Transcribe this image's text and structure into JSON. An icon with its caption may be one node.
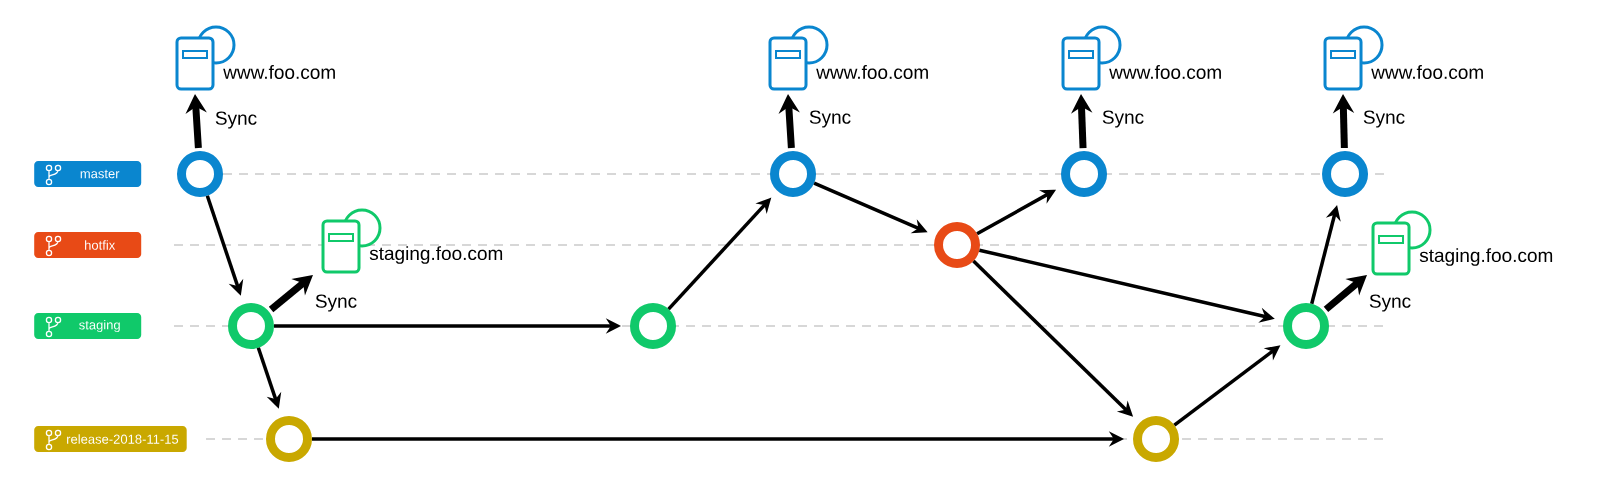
{
  "diagram": {
    "nodes": [
      {
        "text": [
          "master"
        ]
      },
      {
        "text": [
          "hotfix"
        ]
      },
      {
        "text": [
          "staging"
        ]
      },
      {
        "text": [
          "release-2018-11-15"
        ]
      },
      {
        "text": [],
        "shape": "circle"
      },
      {
        "text": [],
        "shape": "circle"
      },
      {
        "text": [],
        "shape": "circle"
      },
      {
        "text": [],
        "shape": "circle"
      },
      {
        "text": [],
        "shape": "circle"
      },
      {
        "text": [],
        "shape": "circle"
      },
      {
        "text": [],
        "shape": "circle"
      },
      {
        "text": [],
        "shape": "circle"
      },
      {
        "text": [],
        "shape": "circle"
      },
      {
        "text": [],
        "shape": "circle"
      },
      {
        "text": [
          "www.foo.com"
        ]
      },
      {
        "text": [
          "staging.foo.com"
        ]
      },
      {
        "text": [
          "www.foo.com"
        ]
      },
      {
        "text": [
          "www.foo.com"
        ]
      },
      {
        "text": [
          "www.foo.com"
        ]
      },
      {
        "text": [
          "staging.foo.com"
        ]
      }
    ],
    "edges": [
      {
        "from": 4,
        "to": 5,
        "arrow": "to"
      },
      {
        "from": 5,
        "to": 6,
        "arrow": "to"
      },
      {
        "from": 5,
        "to": 7,
        "arrow": "to"
      },
      {
        "from": 7,
        "to": 8,
        "arrow": "to"
      },
      {
        "from": 8,
        "to": 9,
        "arrow": "to"
      },
      {
        "from": 9,
        "to": 10,
        "arrow": "to"
      },
      {
        "from": 9,
        "to": 12,
        "arrow": "to"
      },
      {
        "from": 9,
        "to": 11,
        "arrow": "to"
      },
      {
        "from": 6,
        "to": 11,
        "arrow": "to"
      },
      {
        "from": 11,
        "to": 12,
        "arrow": "to"
      },
      {
        "from": 12,
        "to": 13,
        "arrow": "to"
      },
      {
        "from": 4,
        "to": 14,
        "arrow": "to",
        "label": "Sync",
        "style": "thick"
      },
      {
        "from": 5,
        "to": 15,
        "arrow": "to",
        "label": "Sync",
        "style": "thick"
      },
      {
        "from": 8,
        "to": 16,
        "arrow": "to",
        "label": "Sync",
        "style": "thick"
      },
      {
        "from": 10,
        "to": 17,
        "arrow": "to",
        "label": "Sync",
        "style": "thick"
      },
      {
        "from": 13,
        "to": 18,
        "arrow": "to",
        "label": "Sync",
        "style": "thick"
      },
      {
        "from": 12,
        "to": 19,
        "arrow": "to",
        "label": "Sync",
        "style": "thick"
      }
    ]
  }
}
